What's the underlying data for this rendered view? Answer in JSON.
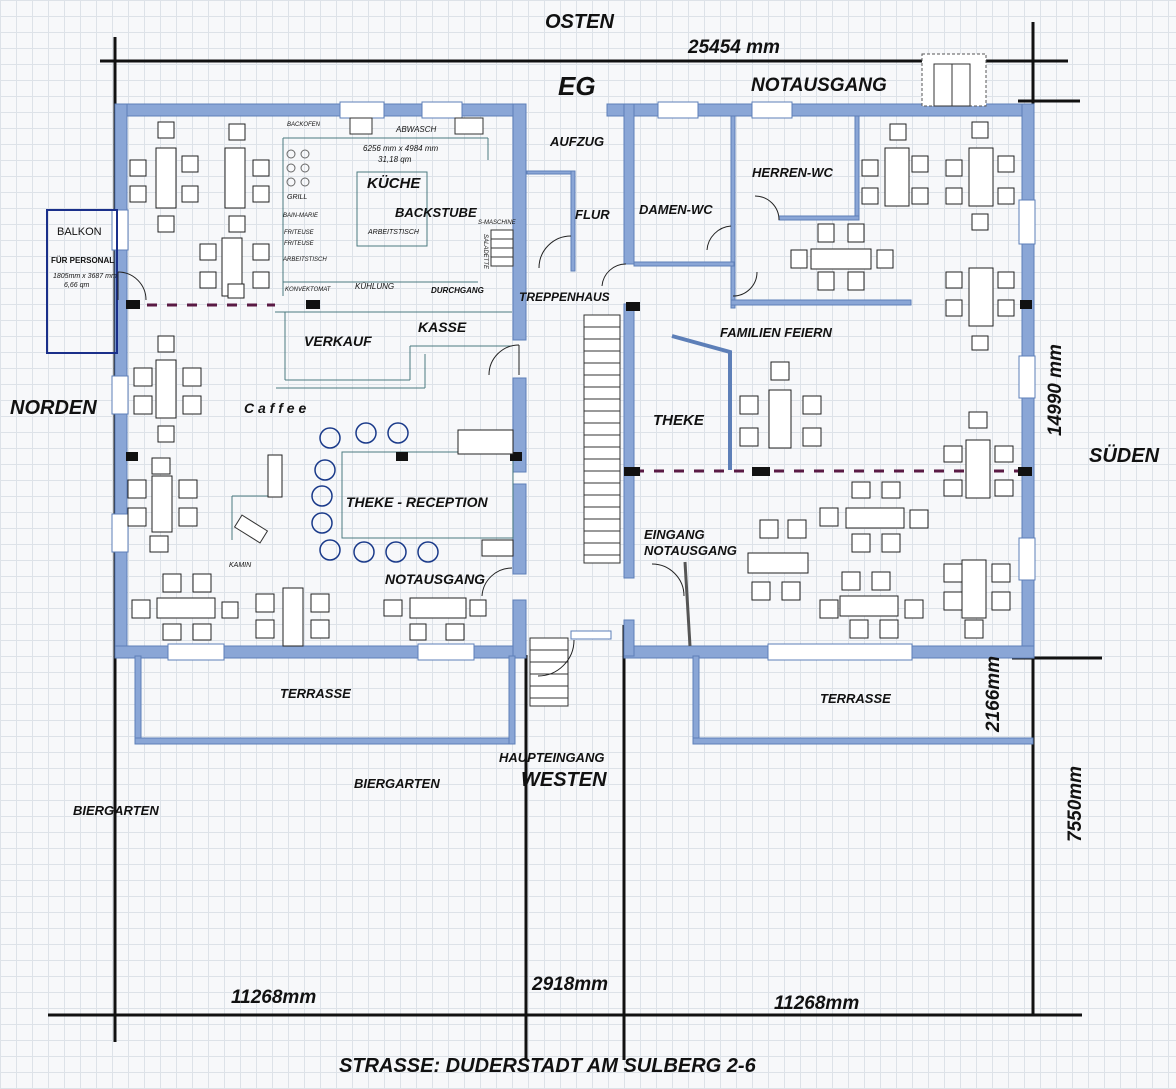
{
  "plan": {
    "compass": {
      "east": "OSTEN",
      "west": "WESTEN",
      "north": "NORDEN",
      "south": "SÜDEN"
    },
    "floor": "EG",
    "street": "STRASSE:   DUDERSTADT AM SULBERG 2-6",
    "dimensions": {
      "total_width": "25454 mm",
      "depth": "14990 mm",
      "terrace_depth": "2166mm",
      "garden_depth": "7550mm",
      "left_span": "11268mm",
      "center_span": "2918mm",
      "right_span": "11268mm"
    },
    "rooms": {
      "kueche": "KÜCHE",
      "backstube": "BACKSTUBE",
      "kitchen_size": "6256 mm x 4984 mm",
      "kitchen_area": "31,18 qm",
      "aufzug": "AUFZUG",
      "flur": "FLUR",
      "damen_wc": "DAMEN-WC",
      "herren_wc": "HERREN-WC",
      "treppenhaus": "TREPPENHAUS",
      "familien": "FAMILIEN  FEIERN",
      "verkauf": "VERKAUF",
      "kasse": "KASSE",
      "caffee": "C a f f e e",
      "theke": "THEKE",
      "reception": "THEKE - RECEPTION",
      "eingang_notausgang": "EINGANG\nNOTAUSGANG",
      "notausgang_top": "NOTAUSGANG",
      "notausgang_bottom": "NOTAUSGANG",
      "terrasse_left": "TERRASSE",
      "terrasse_right": "TERRASSE",
      "haupteingang": "HAUPTEINGANG",
      "biergarten_center": "BIERGARTEN",
      "biergarten_left": "BIERGARTEN",
      "balkon": "BALKON",
      "balkon_sub": "FÜR PERSONAL",
      "balkon_size": "1805mm x 3687 mm",
      "balkon_area": "6,66 qm",
      "kamin": "KAMIN"
    },
    "kitchen_items": {
      "backofen": "BACKOFEN",
      "abwasch": "ABWASCH",
      "grill": "GRILL",
      "bain_marie": "BAIN-MARIE",
      "friteuse1": "FRITEUSE",
      "friteuse2": "FRITEUSE",
      "arbeitstisch1": "ARBEITSTISCH",
      "arbeitstisch2": "ARBEITSTISCH",
      "konvektomat": "KONVEKTOMAT",
      "kuehlung": "KÜHLUNG",
      "durchgang": "DURCHGANG",
      "smaschine": "S-MASCHINE",
      "saladette": "SALADETTE"
    },
    "colors": {
      "wall": "#8aa6d6",
      "wall_edge": "#5d7fb8",
      "line": "#111111",
      "accent": "#5a1a44"
    }
  }
}
